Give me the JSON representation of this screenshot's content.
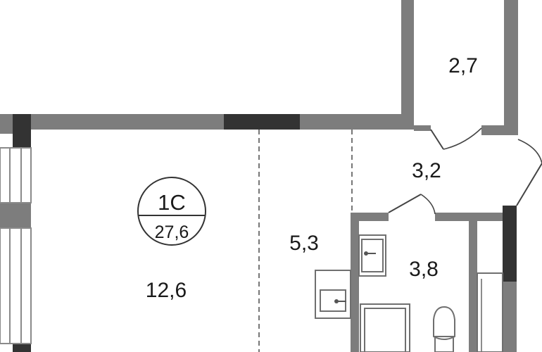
{
  "apartment": {
    "type": "1С",
    "total_area": "27,6"
  },
  "rooms": [
    {
      "id": "living-room",
      "area": "12,6"
    },
    {
      "id": "kitchen-zone",
      "area": "5,3"
    },
    {
      "id": "hallway",
      "area": "3,2"
    },
    {
      "id": "bathroom",
      "area": "3,8"
    },
    {
      "id": "storage",
      "area": "2,7"
    }
  ],
  "colors": {
    "wall": "#7d7d7d",
    "wall_accent": "#333333",
    "fixture_line": "#6f6f6f"
  }
}
